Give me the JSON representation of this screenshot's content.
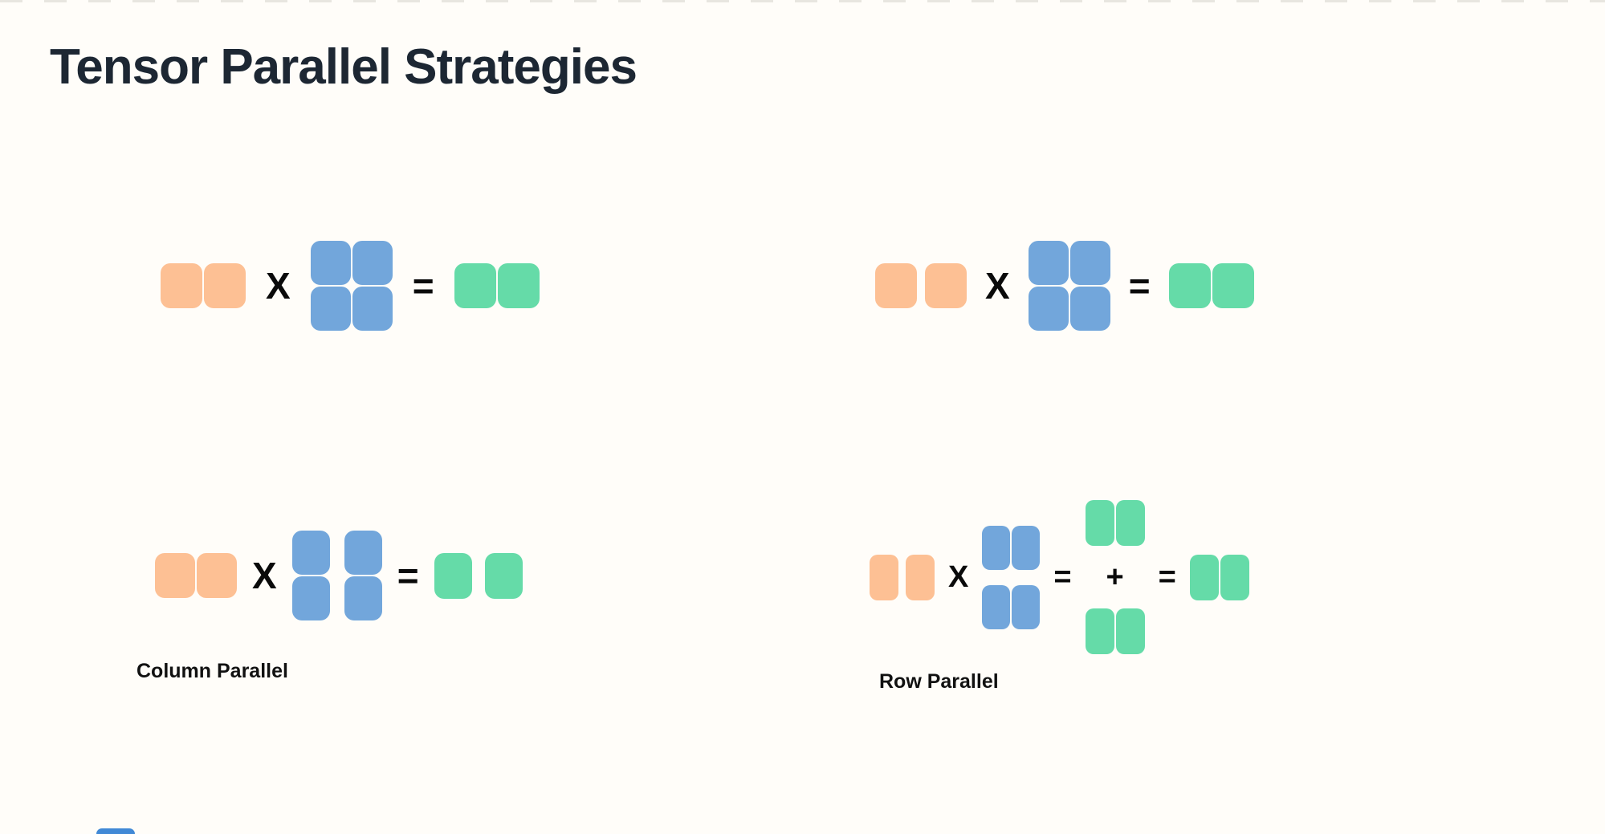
{
  "page": {
    "title": "Tensor Parallel Strategies"
  },
  "colors": {
    "background": "#fffdf9",
    "title": "#1d2733",
    "label": "#111111",
    "operator": "#0a0a0a",
    "input_orange": "#fdc094",
    "weight_blue": "#72a6db",
    "output_green": "#65dba8",
    "top_strip": "#e8e6e0",
    "bottom_sliver_blue": "#4189d6"
  },
  "operators": {
    "multiply": "X",
    "equals": "=",
    "plus": "+"
  },
  "labels": {
    "column_parallel": "Column Parallel",
    "row_parallel": "Row Parallel"
  }
}
